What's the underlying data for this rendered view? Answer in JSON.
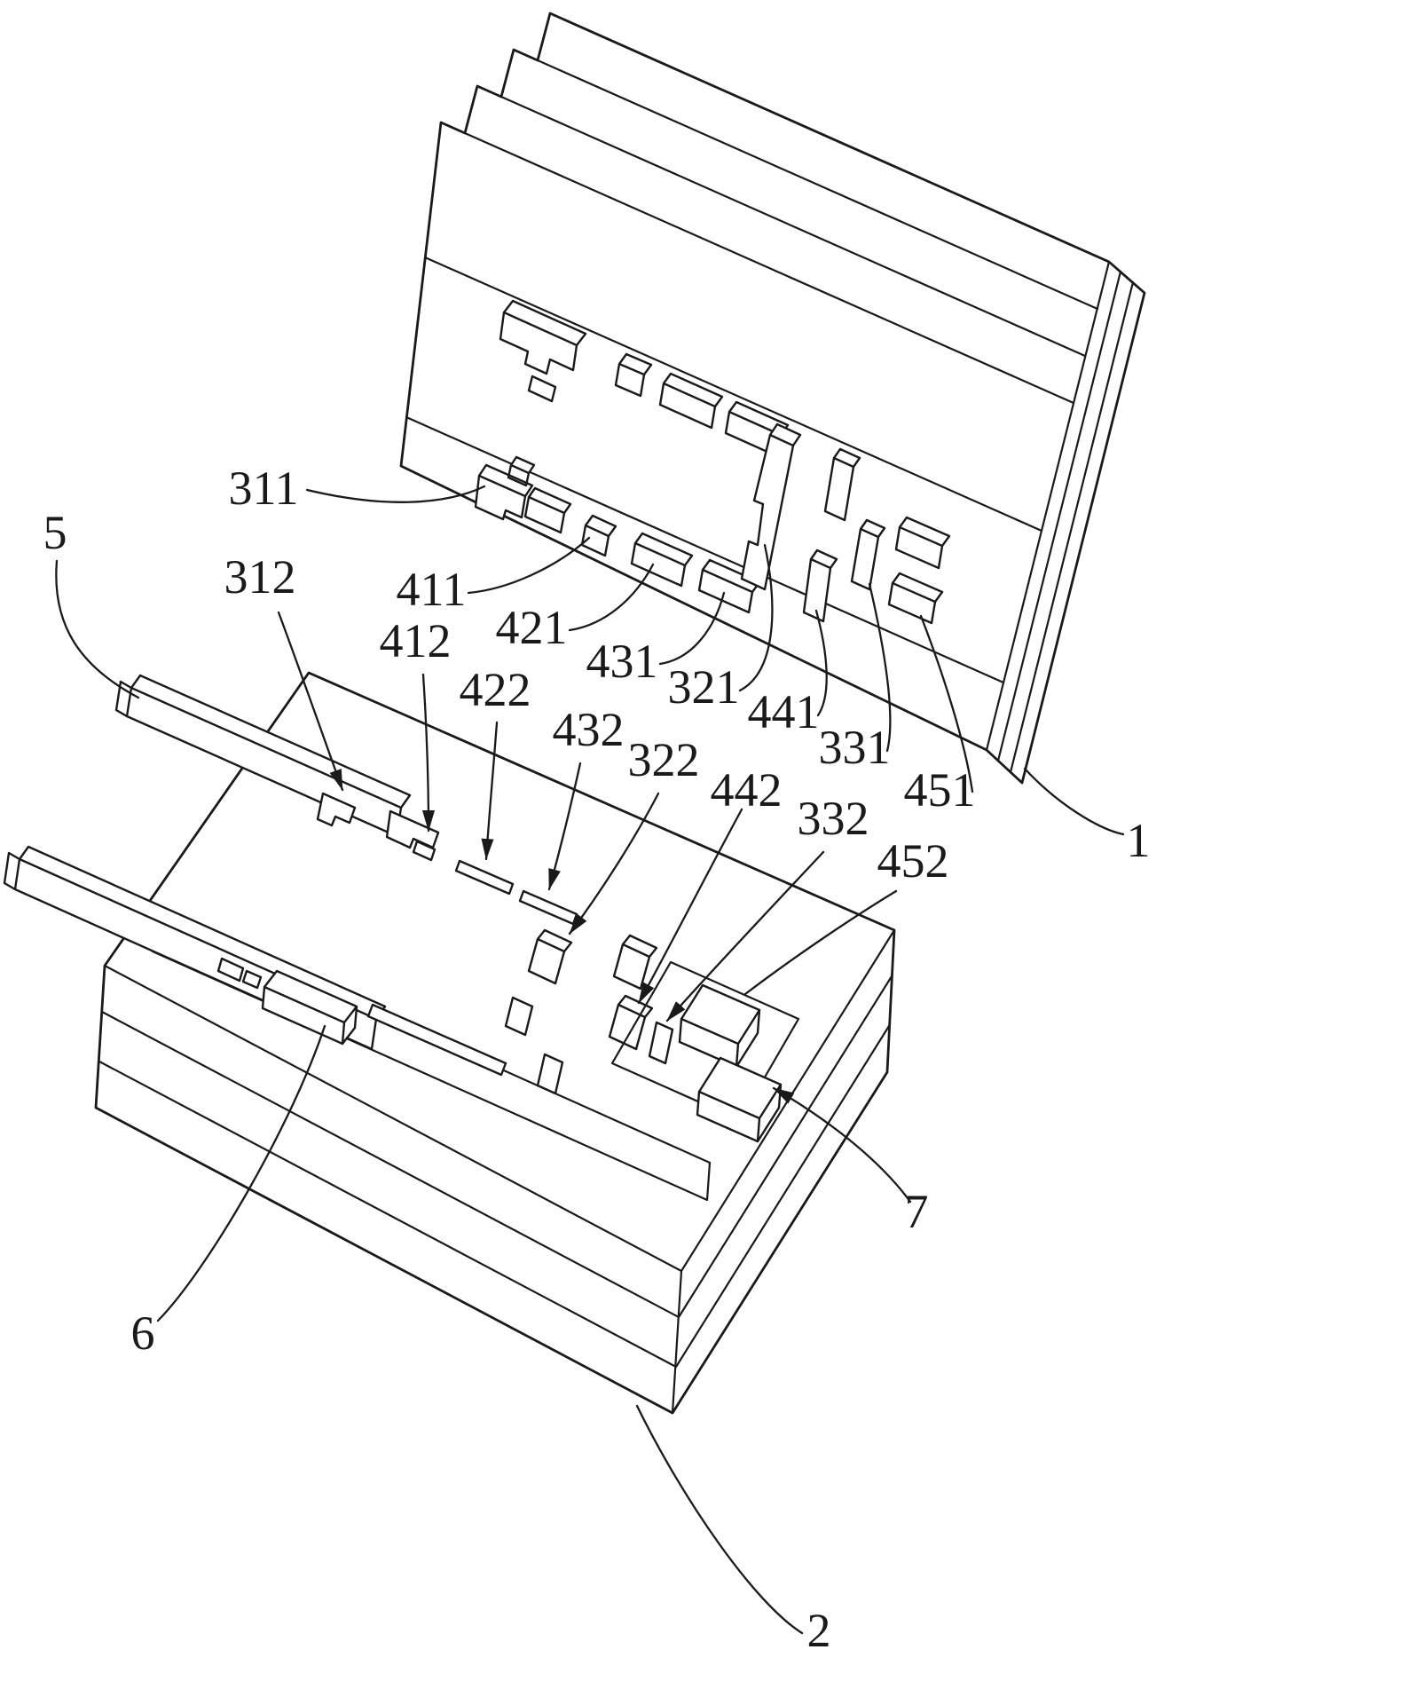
{
  "figure": {
    "background_color": "#ffffff",
    "line_color": "#1a1a1a",
    "labels": [
      {
        "text": "311"
      },
      {
        "text": "5"
      },
      {
        "text": "312"
      },
      {
        "text": "411"
      },
      {
        "text": "421"
      },
      {
        "text": "412"
      },
      {
        "text": "431"
      },
      {
        "text": "422"
      },
      {
        "text": "321"
      },
      {
        "text": "432"
      },
      {
        "text": "441"
      },
      {
        "text": "322"
      },
      {
        "text": "331"
      },
      {
        "text": "442"
      },
      {
        "text": "332"
      },
      {
        "text": "451"
      },
      {
        "text": "452"
      },
      {
        "text": "1"
      },
      {
        "text": "7"
      },
      {
        "text": "6"
      },
      {
        "text": "2"
      }
    ]
  }
}
